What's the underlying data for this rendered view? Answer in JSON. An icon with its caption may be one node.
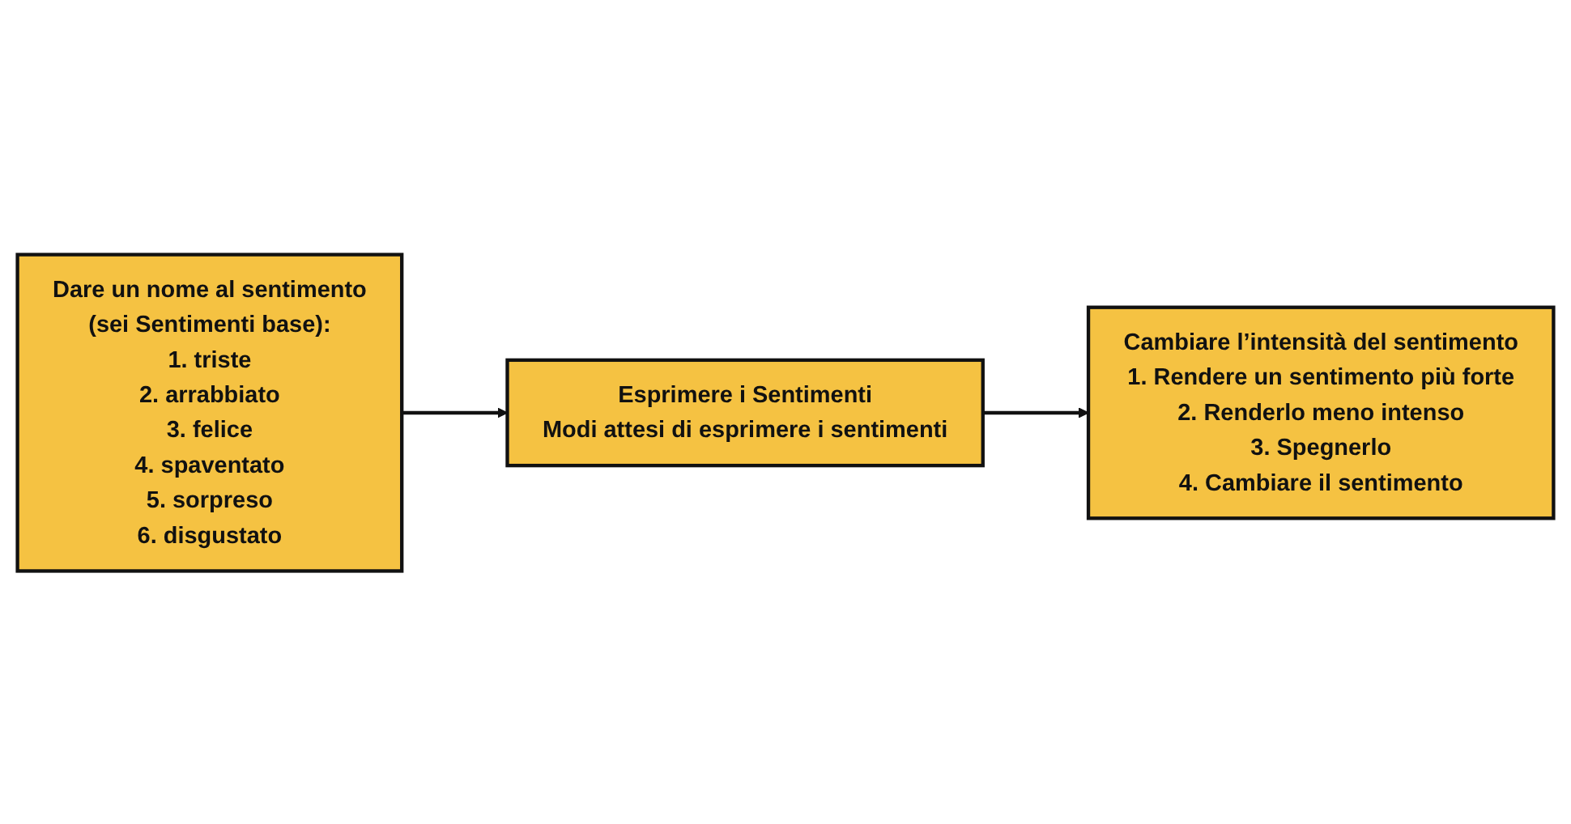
{
  "diagram": {
    "nodes": [
      {
        "text": [
          "Dare un nome al sentimento",
          "(sei Sentimenti base):",
          "1. triste",
          "2. arrabbiato",
          "3. felice",
          "4. spaventato",
          "5. sorpreso",
          "6. disgustato"
        ]
      },
      {
        "text": [
          "Esprimere i Sentimenti",
          "Modi attesi di esprimere i sentimenti"
        ]
      },
      {
        "text": [
          "Cambiare l’intensità del sentimento",
          "1. Rendere un sentimento più forte",
          "2. Renderlo meno intenso",
          "3. Spegnerlo",
          "4. Cambiare il sentimento"
        ]
      }
    ],
    "edges": [
      {
        "from": 0,
        "to": 1,
        "arrow": "to"
      },
      {
        "from": 1,
        "to": 2,
        "arrow": "to"
      }
    ]
  }
}
